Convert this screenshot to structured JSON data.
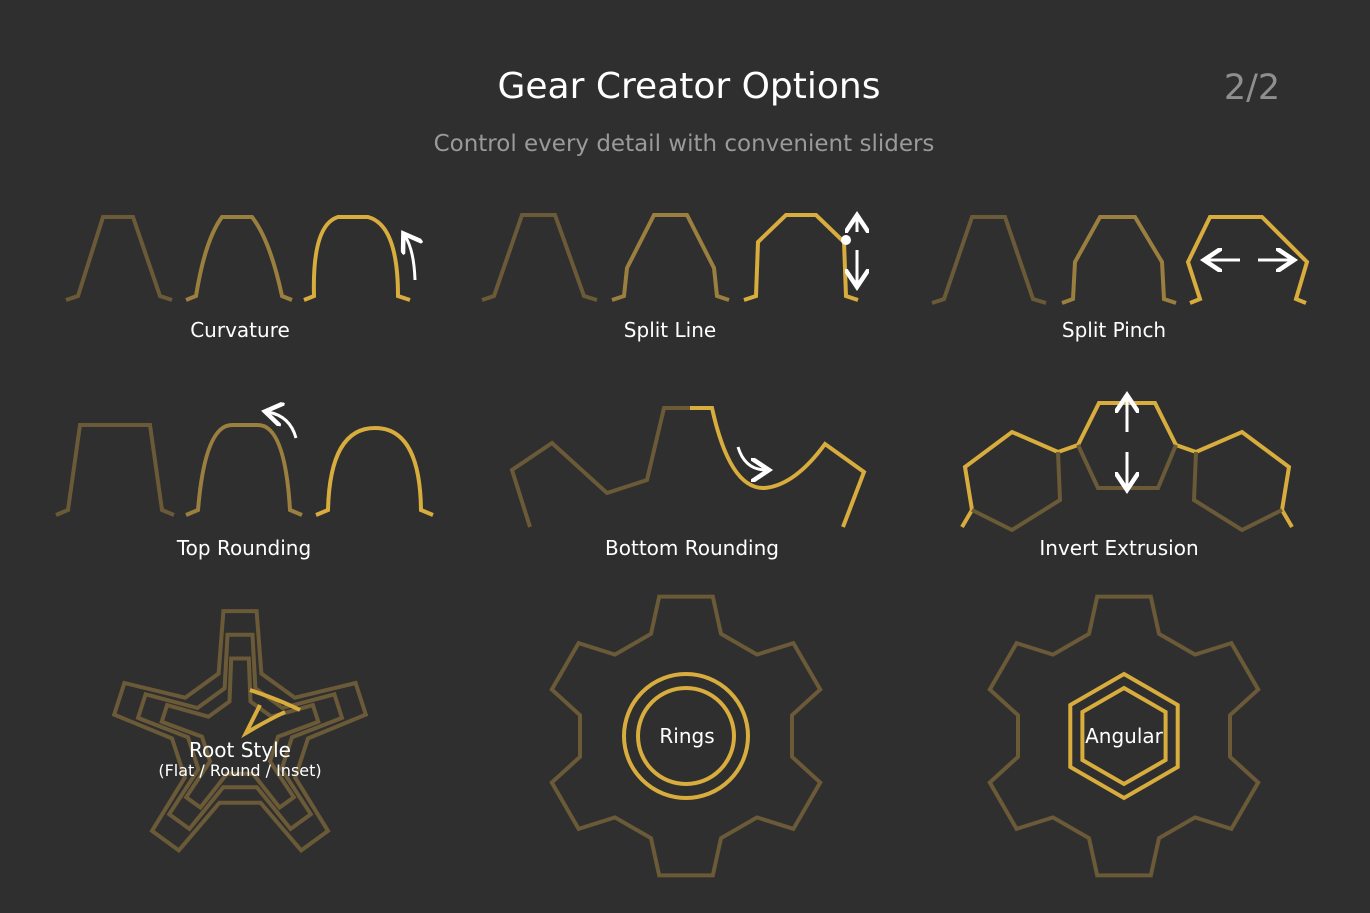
{
  "header": {
    "title": "Gear Creator Options",
    "subtitle": "Control every detail with convenient sliders",
    "page_indicator": "2/2"
  },
  "options": [
    {
      "label": "Curvature"
    },
    {
      "label": "Split Line"
    },
    {
      "label": "Split Pinch"
    },
    {
      "label": "Top Rounding"
    },
    {
      "label": "Bottom Rounding"
    },
    {
      "label": "Invert Extrusion"
    },
    {
      "label": "Root Style",
      "sublabel": "(Flat / Round / Inset)"
    },
    {
      "label": "Rings"
    },
    {
      "label": "Angular"
    }
  ],
  "colors": {
    "background": "#2f2f2f",
    "dim": "#6a5a37",
    "mid": "#9a7f3f",
    "bright": "#d8ad3d",
    "arrow": "#ffffff"
  }
}
